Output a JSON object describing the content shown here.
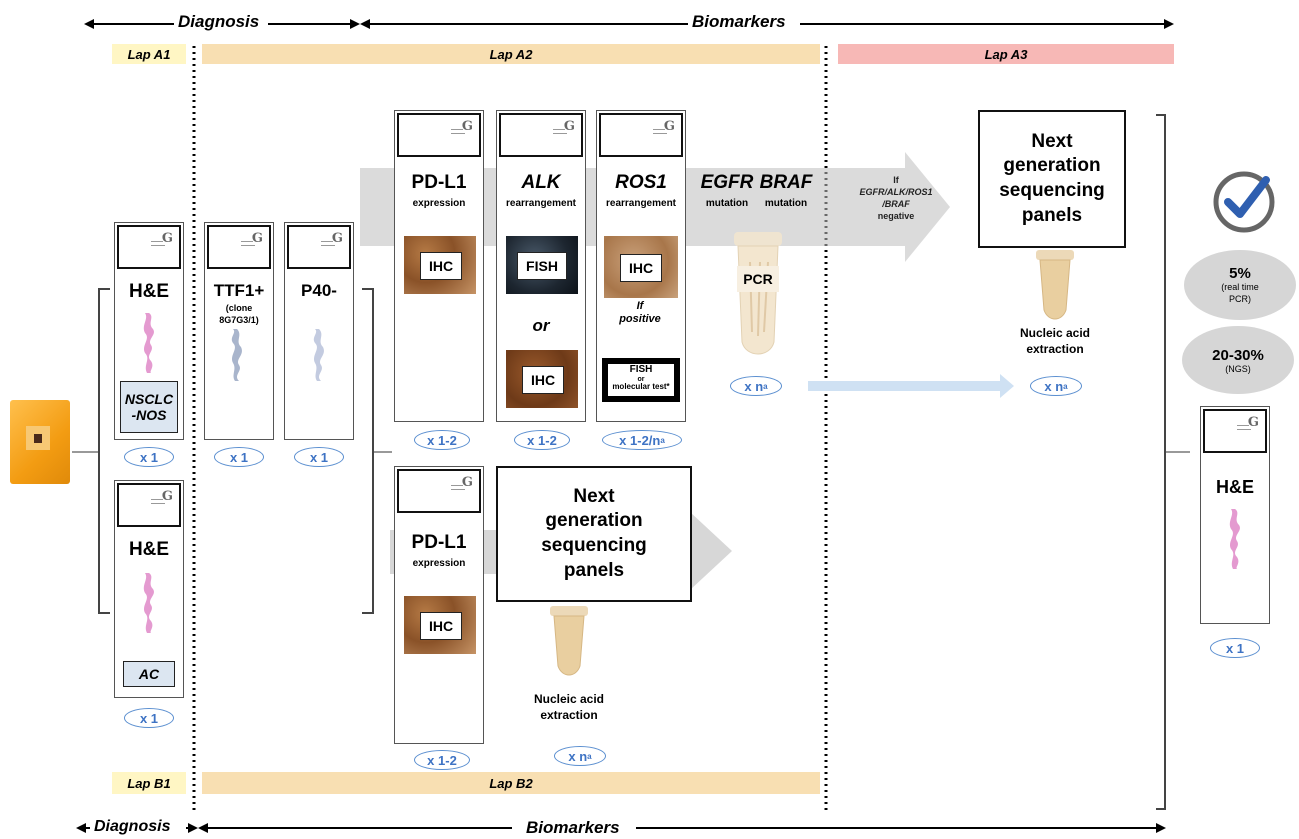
{
  "top": {
    "diagnosis": "Diagnosis",
    "biomarkers": "Biomarkers"
  },
  "bottom": {
    "diagnosis": "Diagnosis",
    "biomarkers": "Biomarkers"
  },
  "labs": {
    "a1": "Lap A1",
    "a2": "Lap A2",
    "a3": "Lap A3",
    "b1": "Lap B1",
    "b2": "Lap B2"
  },
  "colors": {
    "lap_a1": "#fff6c4",
    "lap_a2": "#f8dfb2",
    "lap_a3": "#f7b8b6",
    "lap_b1": "#fff6c4",
    "lap_b2": "#f8dfb2",
    "oval": "#5b8fd0",
    "diag_box": "#dce6f1"
  },
  "diagnosis_a": {
    "stain": "H&E",
    "result": "NSCLC\n-NOS",
    "count": "x 1"
  },
  "diagnosis_b": {
    "stain": "H&E",
    "result": "AC",
    "count": "x 1"
  },
  "ttf1": {
    "title": "TTF1+",
    "sub": "(clone\n8G7G3/1)",
    "count": "x 1"
  },
  "p40": {
    "title": "P40-",
    "count": "x 1"
  },
  "pdl1": {
    "title": "PD-L1",
    "sub": "expression",
    "method": "IHC",
    "count": "x 1-2"
  },
  "alk": {
    "title": "ALK",
    "sub": "rearrangement",
    "method1": "FISH",
    "or": "or",
    "method2": "IHC",
    "count": "x 1-2"
  },
  "ros1": {
    "title": "ROS1",
    "sub": "rearrangement",
    "method": "IHC",
    "if_positive": "If\npositive",
    "confirm_main": "FISH",
    "confirm_or": "or",
    "confirm_alt": "molecular test*",
    "count": "x 1-2/n",
    "count_sup": "a"
  },
  "egfr": {
    "title": "EGFR",
    "sub": "mutation"
  },
  "braf": {
    "title": "BRAF",
    "sub": "mutation"
  },
  "pcr": {
    "method": "PCR",
    "count": "x n",
    "count_sup": "a"
  },
  "negative_note": {
    "line1": "If",
    "line2": "EGFR/ALK/ROS1 /BRAF",
    "line3": "negative"
  },
  "ngs_a": {
    "text": "Next\ngeneration\nsequencing\npanels",
    "extraction": "Nucleic acid\nextraction",
    "count": "x n",
    "count_sup": "a"
  },
  "pdl1_b": {
    "title": "PD-L1",
    "sub": "expression",
    "method": "IHC",
    "count": "x 1-2"
  },
  "ngs_b": {
    "text": "Next\ngeneration\nsequencing\npanels",
    "extraction": "Nucleic acid\nextraction",
    "count": "x n",
    "count_sup": "a"
  },
  "rates": [
    {
      "value": "5%",
      "note": "(real time\nPCR)"
    },
    {
      "value": "20-30%",
      "note": "(NGS)"
    }
  ],
  "final_slide": {
    "stain": "H&E",
    "count": "x 1"
  },
  "icons": {
    "check": "check-circle-icon",
    "block": "paraffin-block-icon"
  }
}
